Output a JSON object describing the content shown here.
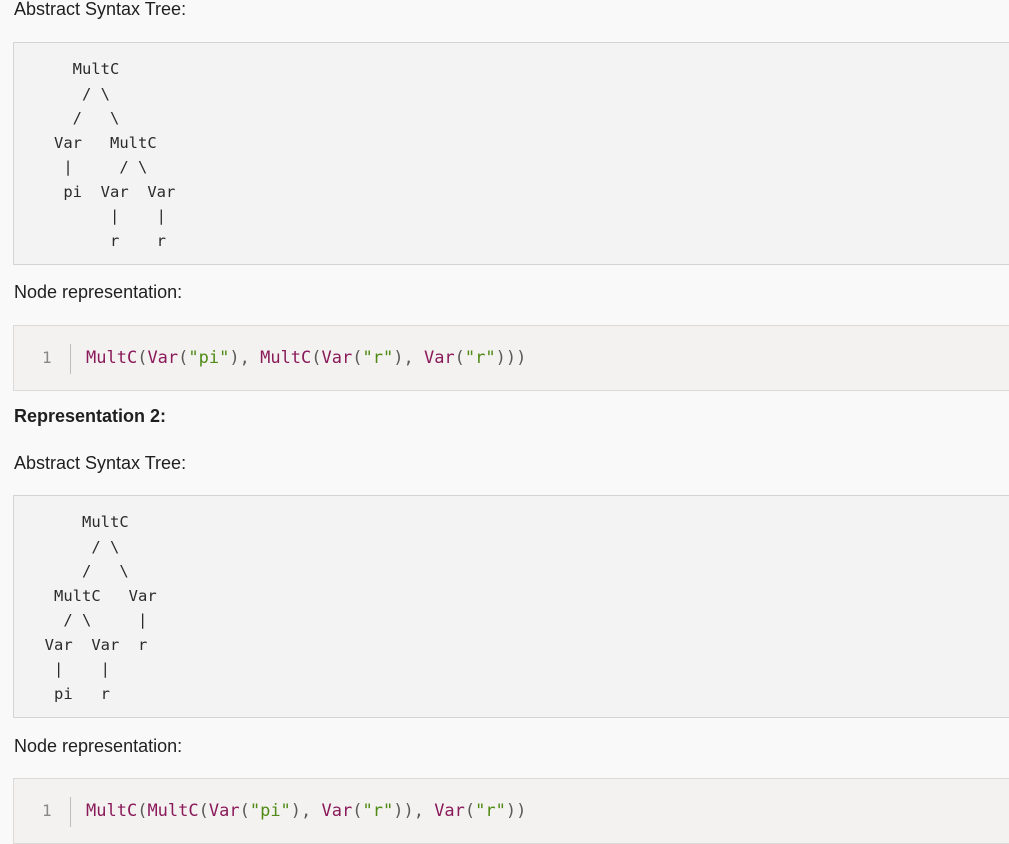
{
  "section1": {
    "ast_heading": "Abstract Syntax Tree:",
    "tree": "     MultC\n      / \\\n     /   \\\n   Var   MultC\n    |     / \\\n    pi  Var  Var\n         |    |\n         r    r",
    "node_heading": "Node representation:",
    "code_line_number": "1",
    "code_tokens": [
      {
        "t": "MultC",
        "k": "fn"
      },
      {
        "t": "(",
        "k": "p"
      },
      {
        "t": "Var",
        "k": "fn"
      },
      {
        "t": "(",
        "k": "p"
      },
      {
        "t": "\"pi\"",
        "k": "s"
      },
      {
        "t": ")",
        "k": "p"
      },
      {
        "t": ", ",
        "k": "p"
      },
      {
        "t": "MultC",
        "k": "fn"
      },
      {
        "t": "(",
        "k": "p"
      },
      {
        "t": "Var",
        "k": "fn"
      },
      {
        "t": "(",
        "k": "p"
      },
      {
        "t": "\"r\"",
        "k": "s"
      },
      {
        "t": ")",
        "k": "p"
      },
      {
        "t": ", ",
        "k": "p"
      },
      {
        "t": "Var",
        "k": "fn"
      },
      {
        "t": "(",
        "k": "p"
      },
      {
        "t": "\"r\"",
        "k": "s"
      },
      {
        "t": ")))",
        "k": "p"
      }
    ]
  },
  "section2": {
    "title": "Representation 2:",
    "ast_heading": "Abstract Syntax Tree:",
    "tree": "      MultC\n       / \\\n      /   \\\n   MultC   Var\n    / \\     |\n  Var  Var  r\n   |    |\n   pi   r",
    "node_heading": "Node representation:",
    "code_line_number": "1",
    "code_tokens": [
      {
        "t": "MultC",
        "k": "fn"
      },
      {
        "t": "(",
        "k": "p"
      },
      {
        "t": "MultC",
        "k": "fn"
      },
      {
        "t": "(",
        "k": "p"
      },
      {
        "t": "Var",
        "k": "fn"
      },
      {
        "t": "(",
        "k": "p"
      },
      {
        "t": "\"pi\"",
        "k": "s"
      },
      {
        "t": ")",
        "k": "p"
      },
      {
        "t": ", ",
        "k": "p"
      },
      {
        "t": "Var",
        "k": "fn"
      },
      {
        "t": "(",
        "k": "p"
      },
      {
        "t": "\"r\"",
        "k": "s"
      },
      {
        "t": "))",
        "k": "p"
      },
      {
        "t": ", ",
        "k": "p"
      },
      {
        "t": "Var",
        "k": "fn"
      },
      {
        "t": "(",
        "k": "p"
      },
      {
        "t": "\"r\"",
        "k": "s"
      },
      {
        "t": "))",
        "k": "p"
      }
    ]
  }
}
